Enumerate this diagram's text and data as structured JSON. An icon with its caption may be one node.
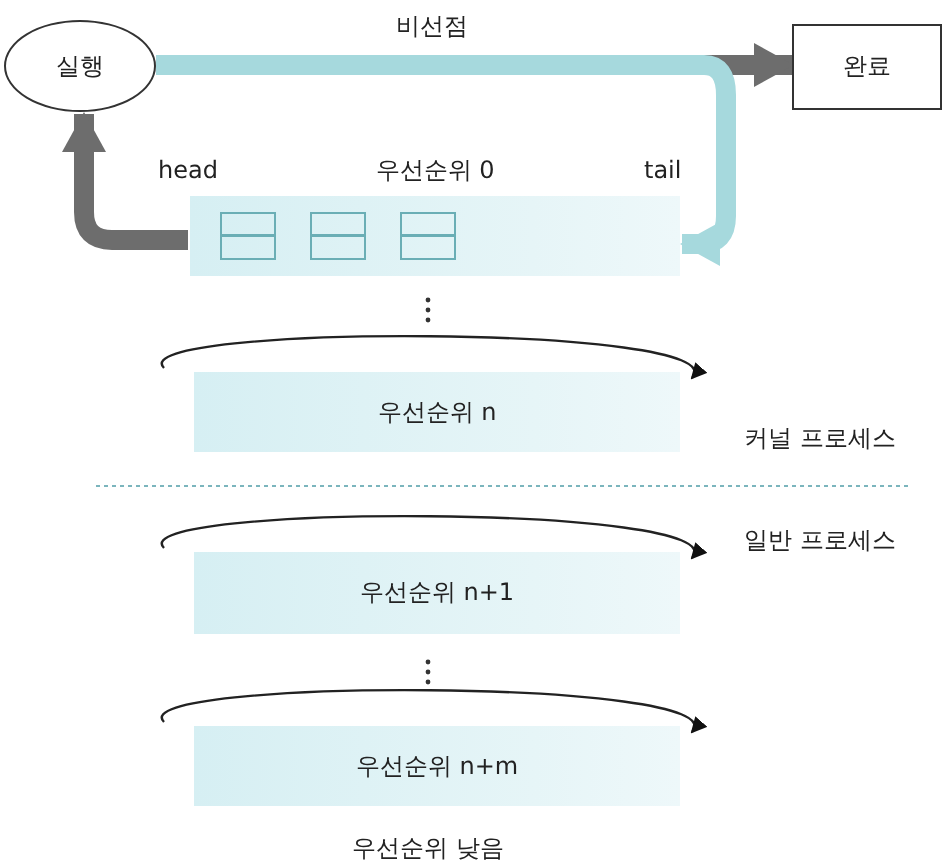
{
  "diagram": {
    "nodes": [
      {
        "text": [
          "실행"
        ]
      },
      {
        "text": [
          "완료"
        ]
      },
      {
        "text": [
          "우선순위 0"
        ]
      },
      {
        "text": [],
        "shape": "box",
        "in": 2
      },
      {
        "text": [],
        "shape": "box",
        "in": 2
      },
      {
        "text": [],
        "shape": "box",
        "in": 2
      },
      {
        "text": [
          "우선순위 n"
        ]
      },
      {
        "text": [
          "우선순위 n+1"
        ]
      },
      {
        "text": [
          "우선순위 n+m"
        ]
      }
    ],
    "edges": [
      {
        "from": 0,
        "to": 1,
        "arrow": "to",
        "label": "비선점",
        "color": "#6d6d6d"
      },
      {
        "from": 0,
        "to": 2,
        "arrow": "to",
        "color": "#a6d9dd"
      },
      {
        "from": 2,
        "to": 0,
        "arrow": "to",
        "color": "#6d6d6d"
      }
    ],
    "labels": [
      "head",
      "tail",
      "커널 프로세스",
      "일반 프로세스",
      "우선순위 낮음"
    ]
  }
}
